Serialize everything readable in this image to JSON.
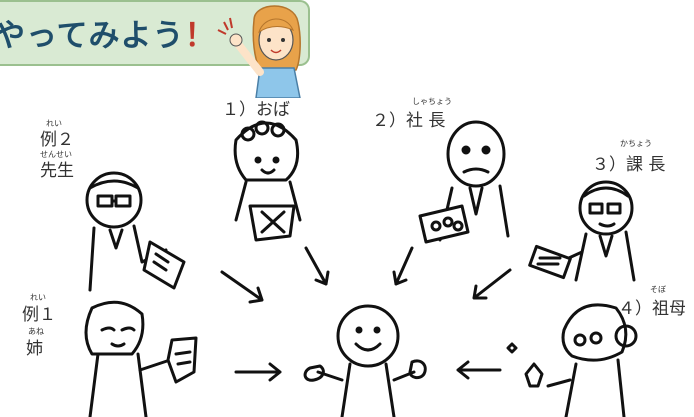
{
  "banner": {
    "title": "やってみよう",
    "exclaim": "！"
  },
  "labels": {
    "ex2": {
      "furi_top": "れい",
      "top": "例２",
      "furi_bottom": "せんせい",
      "bottom": "先生"
    },
    "ex1": {
      "furi_top": "れい",
      "top": "例１",
      "furi_bottom": "あね",
      "bottom": "姉"
    },
    "p1": {
      "text": "１）おば"
    },
    "p2": {
      "furi": "しゃちょう",
      "text": "２）社 長"
    },
    "p3": {
      "furi": "かちょう",
      "text": "３）課 長"
    },
    "p4": {
      "furi": "そぼ",
      "text": "４）祖母"
    }
  }
}
